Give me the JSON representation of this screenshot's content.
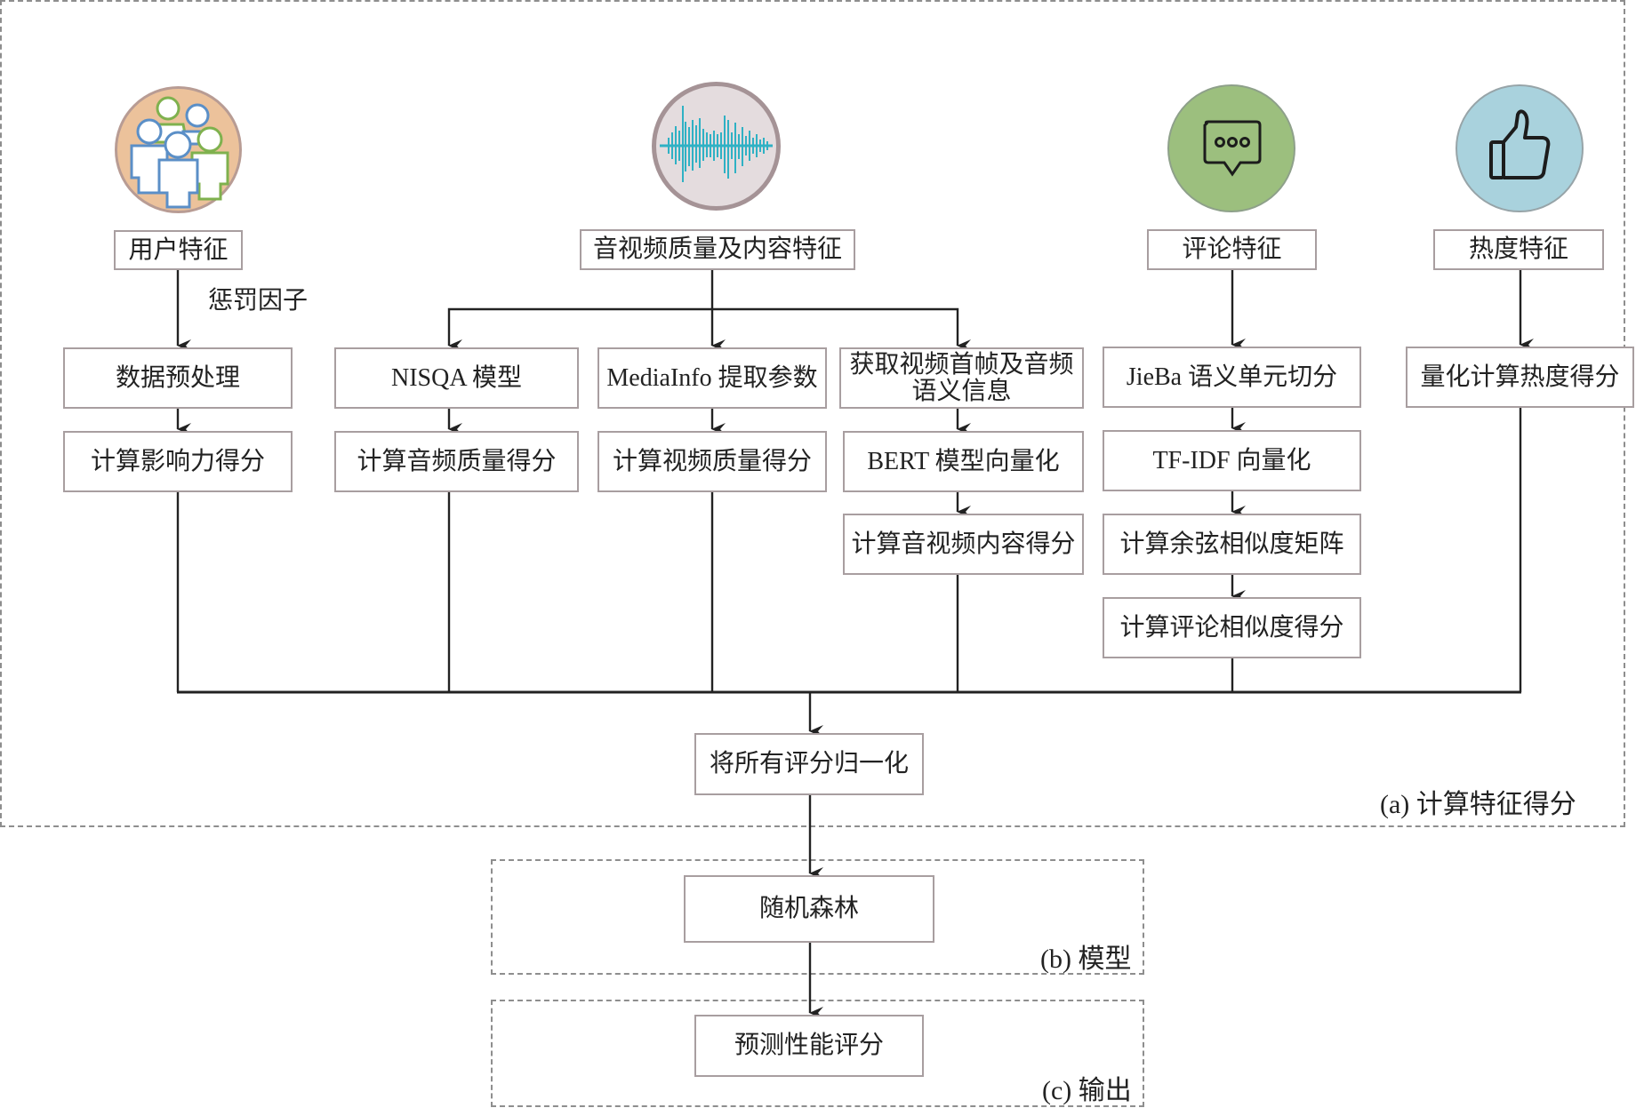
{
  "sections": {
    "a": "(a) 计算特征得分",
    "b": "(b) 模型",
    "c": "(c) 输出"
  },
  "features": {
    "user": {
      "title": "用户特征",
      "icon": "users-group-icon",
      "edge_label": "惩罚因子",
      "steps": [
        "数据预处理",
        "计算影响力得分"
      ]
    },
    "av": {
      "title": "音视频质量及内容特征",
      "icon": "audio-waveform-icon",
      "branches": [
        {
          "steps": [
            "NISQA 模型",
            "计算音频质量得分"
          ]
        },
        {
          "steps": [
            "MediaInfo 提取参数",
            "计算视频质量得分"
          ]
        },
        {
          "steps": [
            "获取视频首帧及音频语义信息",
            "BERT 模型向量化",
            "计算音视频内容得分"
          ]
        }
      ]
    },
    "comment": {
      "title": "评论特征",
      "icon": "chat-bubble-icon",
      "steps": [
        "JieBa 语义单元切分",
        "TF-IDF 向量化",
        "计算余弦相似度矩阵",
        "计算评论相似度得分"
      ]
    },
    "heat": {
      "title": "热度特征",
      "icon": "thumbs-up-icon",
      "steps": [
        "量化计算热度得分"
      ]
    }
  },
  "merge": {
    "normalize": "将所有评分归一化"
  },
  "model": {
    "name": "随机森林"
  },
  "output": {
    "name": "预测性能评分"
  },
  "colors": {
    "user_circle": "#ecc29b",
    "av_circle": "#e4dcde",
    "comment_circle": "#9cbf7e",
    "heat_circle": "#a9d2dd",
    "waveform": "#2fb1c4",
    "user_blue": "#5b8fc7",
    "user_green": "#7fb14e"
  }
}
